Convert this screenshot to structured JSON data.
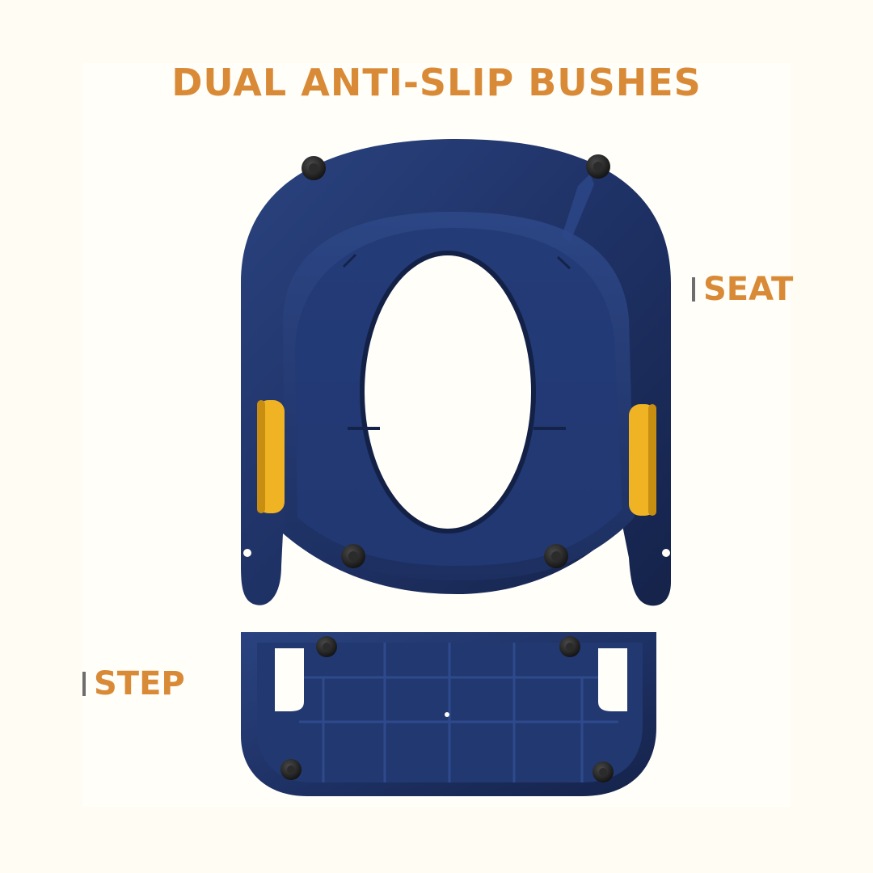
{
  "title": "DUAL ANTI-SLIP BUSHES",
  "labels": {
    "seat": "SEAT",
    "step": "STEP"
  },
  "colors": {
    "background": "#fefcf3",
    "accent_text": "#d98a36",
    "marker_bar": "#6d6d6d",
    "plastic_blue": "#1f3266",
    "plastic_blue_shadow": "#15234a",
    "plastic_blue_highlight": "#2a4380",
    "handle_yellow": "#f0b323",
    "bush_black": "#1a1a1a"
  },
  "icons": {
    "product": "potty-seat-and-step-photo",
    "bush": "anti-slip-bush-icon"
  }
}
